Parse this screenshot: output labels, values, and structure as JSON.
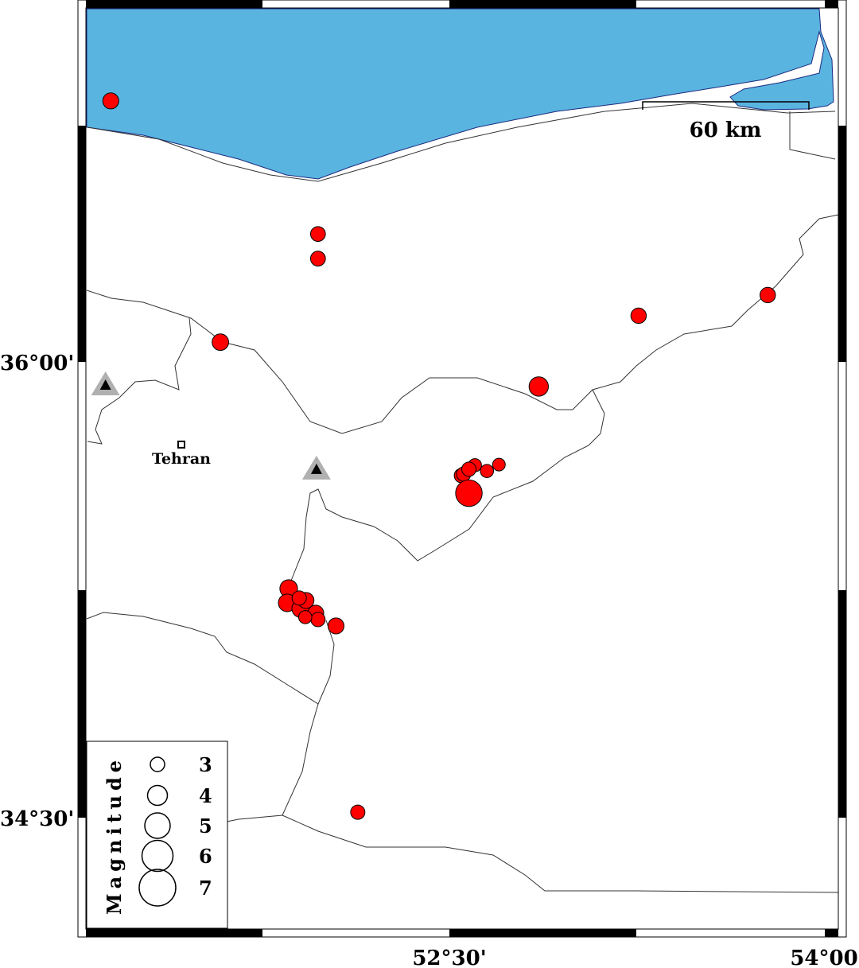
{
  "map": {
    "lon_ticks": [
      {
        "lon": 52.5,
        "label": "52°30'"
      },
      {
        "lon": 54.0,
        "label": "54°00'"
      }
    ],
    "lat_ticks": [
      {
        "lat": 36.0,
        "label": "36°00'"
      },
      {
        "lat": 34.5,
        "label": "34°30'"
      }
    ],
    "scale_bar": {
      "label": "60 km"
    },
    "colors": {
      "sea": "#5ab4e0",
      "event": "#ff0000",
      "station_outer": "#b0b0b0",
      "station_inner": "#000000"
    },
    "city": {
      "name": "Tehran",
      "lon": 52.143,
      "lat": 35.728
    },
    "stations": [
      {
        "lon": 52.042,
        "lat": 35.924
      },
      {
        "lon": 52.323,
        "lat": 35.647
      }
    ],
    "events": [
      {
        "lon": 52.049,
        "lat": 36.859,
        "mag": 3.3
      },
      {
        "lon": 52.325,
        "lat": 36.421,
        "mag": 3.1
      },
      {
        "lon": 52.325,
        "lat": 36.34,
        "mag": 3.1
      },
      {
        "lon": 52.195,
        "lat": 36.065,
        "mag": 3.4
      },
      {
        "lon": 52.619,
        "lat": 35.919,
        "mag": 3.9
      },
      {
        "lon": 52.752,
        "lat": 36.152,
        "mag": 3.2
      },
      {
        "lon": 52.924,
        "lat": 36.22,
        "mag": 3.2
      },
      {
        "lon": 52.516,
        "lat": 35.626,
        "mag": 3.0
      },
      {
        "lon": 52.519,
        "lat": 35.631,
        "mag": 3.0
      },
      {
        "lon": 52.534,
        "lat": 35.66,
        "mag": 2.8
      },
      {
        "lon": 52.55,
        "lat": 35.641,
        "mag": 2.8
      },
      {
        "lon": 52.566,
        "lat": 35.662,
        "mag": 2.7
      },
      {
        "lon": 52.526,
        "lat": 35.647,
        "mag": 3.0
      },
      {
        "lon": 52.526,
        "lat": 35.568,
        "mag": 5.2
      },
      {
        "lon": 52.286,
        "lat": 35.254,
        "mag": 3.6
      },
      {
        "lon": 52.284,
        "lat": 35.207,
        "mag": 3.6
      },
      {
        "lon": 52.302,
        "lat": 35.188,
        "mag": 3.6
      },
      {
        "lon": 52.309,
        "lat": 35.215,
        "mag": 3.3
      },
      {
        "lon": 52.3,
        "lat": 35.223,
        "mag": 3.0
      },
      {
        "lon": 52.322,
        "lat": 35.173,
        "mag": 3.3
      },
      {
        "lon": 52.325,
        "lat": 35.152,
        "mag": 3.0
      },
      {
        "lon": 52.308,
        "lat": 35.16,
        "mag": 2.8
      },
      {
        "lon": 52.349,
        "lat": 35.131,
        "mag": 3.3
      },
      {
        "lon": 52.378,
        "lat": 34.518,
        "mag": 3.0
      }
    ],
    "legend": {
      "title": "Magnitude",
      "items": [
        {
          "mag": 3,
          "label": "3"
        },
        {
          "mag": 4,
          "label": "4"
        },
        {
          "mag": 5,
          "label": "5"
        },
        {
          "mag": 6,
          "label": "6"
        },
        {
          "mag": 7,
          "label": "7"
        }
      ]
    }
  }
}
